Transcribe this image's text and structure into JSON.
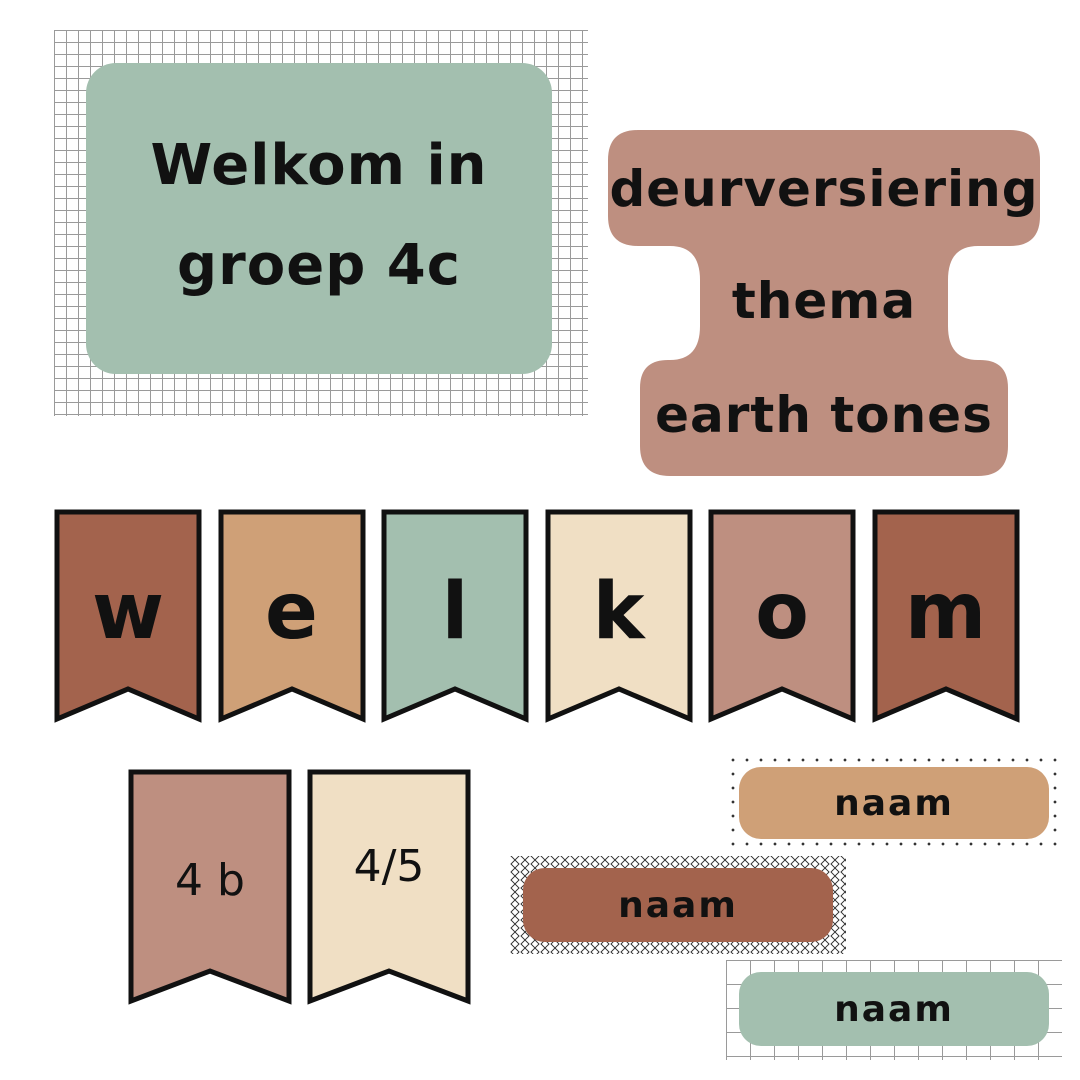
{
  "welcome_sign": {
    "line1": "Welkom in",
    "line2": "groep 4c"
  },
  "title_sign": {
    "line1": "deurversiering",
    "line2": "thema",
    "line3": "earth tones"
  },
  "banner_letters": [
    {
      "letter": "w",
      "color": "#a3634d"
    },
    {
      "letter": "e",
      "color": "#cfa077"
    },
    {
      "letter": "l",
      "color": "#a3bfaf"
    },
    {
      "letter": "k",
      "color": "#f0dfc4"
    },
    {
      "letter": "o",
      "color": "#be8f80"
    },
    {
      "letter": "m",
      "color": "#a3634d"
    }
  ],
  "group_flags": [
    {
      "label": "4 b",
      "color": "#be8f80"
    },
    {
      "label": "4/5",
      "color": "#f0dfc4"
    }
  ],
  "name_tags": [
    {
      "label": "naam",
      "color": "#cfa077"
    },
    {
      "label": "naam",
      "color": "#a3634d"
    },
    {
      "label": "naam",
      "color": "#a3bfaf"
    }
  ],
  "colors": {
    "sage": "#a3bfaf",
    "terracotta": "#a3634d",
    "sand": "#cfa077",
    "rose": "#be8f80",
    "cream": "#f0dfc4",
    "outline": "#111111"
  }
}
